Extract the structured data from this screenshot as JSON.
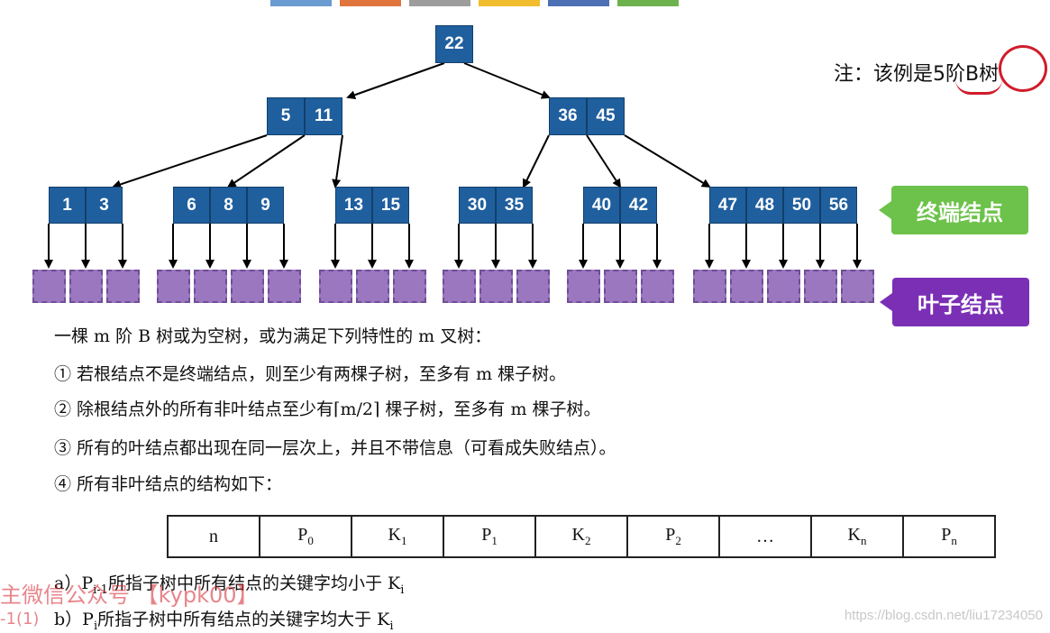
{
  "tab_colors": [
    "#6a9bd1",
    "#e0743c",
    "#9d9d9d",
    "#f1bd2d",
    "#4d6fb5",
    "#6cb24d"
  ],
  "tree": {
    "root": [
      "22"
    ],
    "level2": [
      [
        "5",
        "11"
      ],
      [
        "36",
        "45"
      ]
    ],
    "terminal": [
      [
        "1",
        "3"
      ],
      [
        "6",
        "8",
        "9"
      ],
      [
        "13",
        "15"
      ],
      [
        "30",
        "35"
      ],
      [
        "40",
        "42"
      ],
      [
        "47",
        "48",
        "50",
        "56"
      ]
    ]
  },
  "labels": {
    "terminal_tag": "终端结点",
    "leaf_tag": "叶子结点",
    "note": "注：该例是5阶B树"
  },
  "colors": {
    "key_box": "#1f5f9e",
    "leaf_box": "#9b77bf",
    "terminal_tag": "#6cc24a",
    "leaf_tag": "#7b2fb5",
    "annotation": "#d01c2b"
  },
  "text": {
    "intro": "一棵 m 阶 B 树或为空树，或为满足下列特性的 m 叉树：",
    "p1": "① 若根结点不是终端结点，则至少有两棵子树，至多有 m 棵子树。",
    "p2": "② 除根结点外的所有非叶结点至少有⌈m/2⌉ 棵子树，至多有 m 棵子树。",
    "p3": "③ 所有的叶结点都出现在同一层次上，并且不带信息（可看成失败结点）。",
    "p4": "④ 所有非叶结点的结构如下："
  },
  "node_structure": {
    "cells": [
      {
        "main": "n",
        "sub": ""
      },
      {
        "main": "P",
        "sub": "0"
      },
      {
        "main": "K",
        "sub": "1"
      },
      {
        "main": "P",
        "sub": "1"
      },
      {
        "main": "K",
        "sub": "2"
      },
      {
        "main": "P",
        "sub": "2"
      },
      {
        "main": "…",
        "sub": ""
      },
      {
        "main": "K",
        "sub": "n"
      },
      {
        "main": "P",
        "sub": "n"
      }
    ]
  },
  "notes": {
    "a": {
      "prefix": "a）P",
      "sub1": "i-1",
      "mid": "所指子树中所有结点的关键字均小于 K",
      "sub2": "i"
    },
    "b": {
      "prefix": "b）P",
      "sub1": "i",
      "mid": "所指子树中所有结点的关键字均大于 K",
      "sub2": "i"
    }
  },
  "watermark": {
    "line1": "主微信公众号 【kypk00】",
    "line2": "-1(1)"
  },
  "url": "https://blog.csdn.net/liu17234050"
}
